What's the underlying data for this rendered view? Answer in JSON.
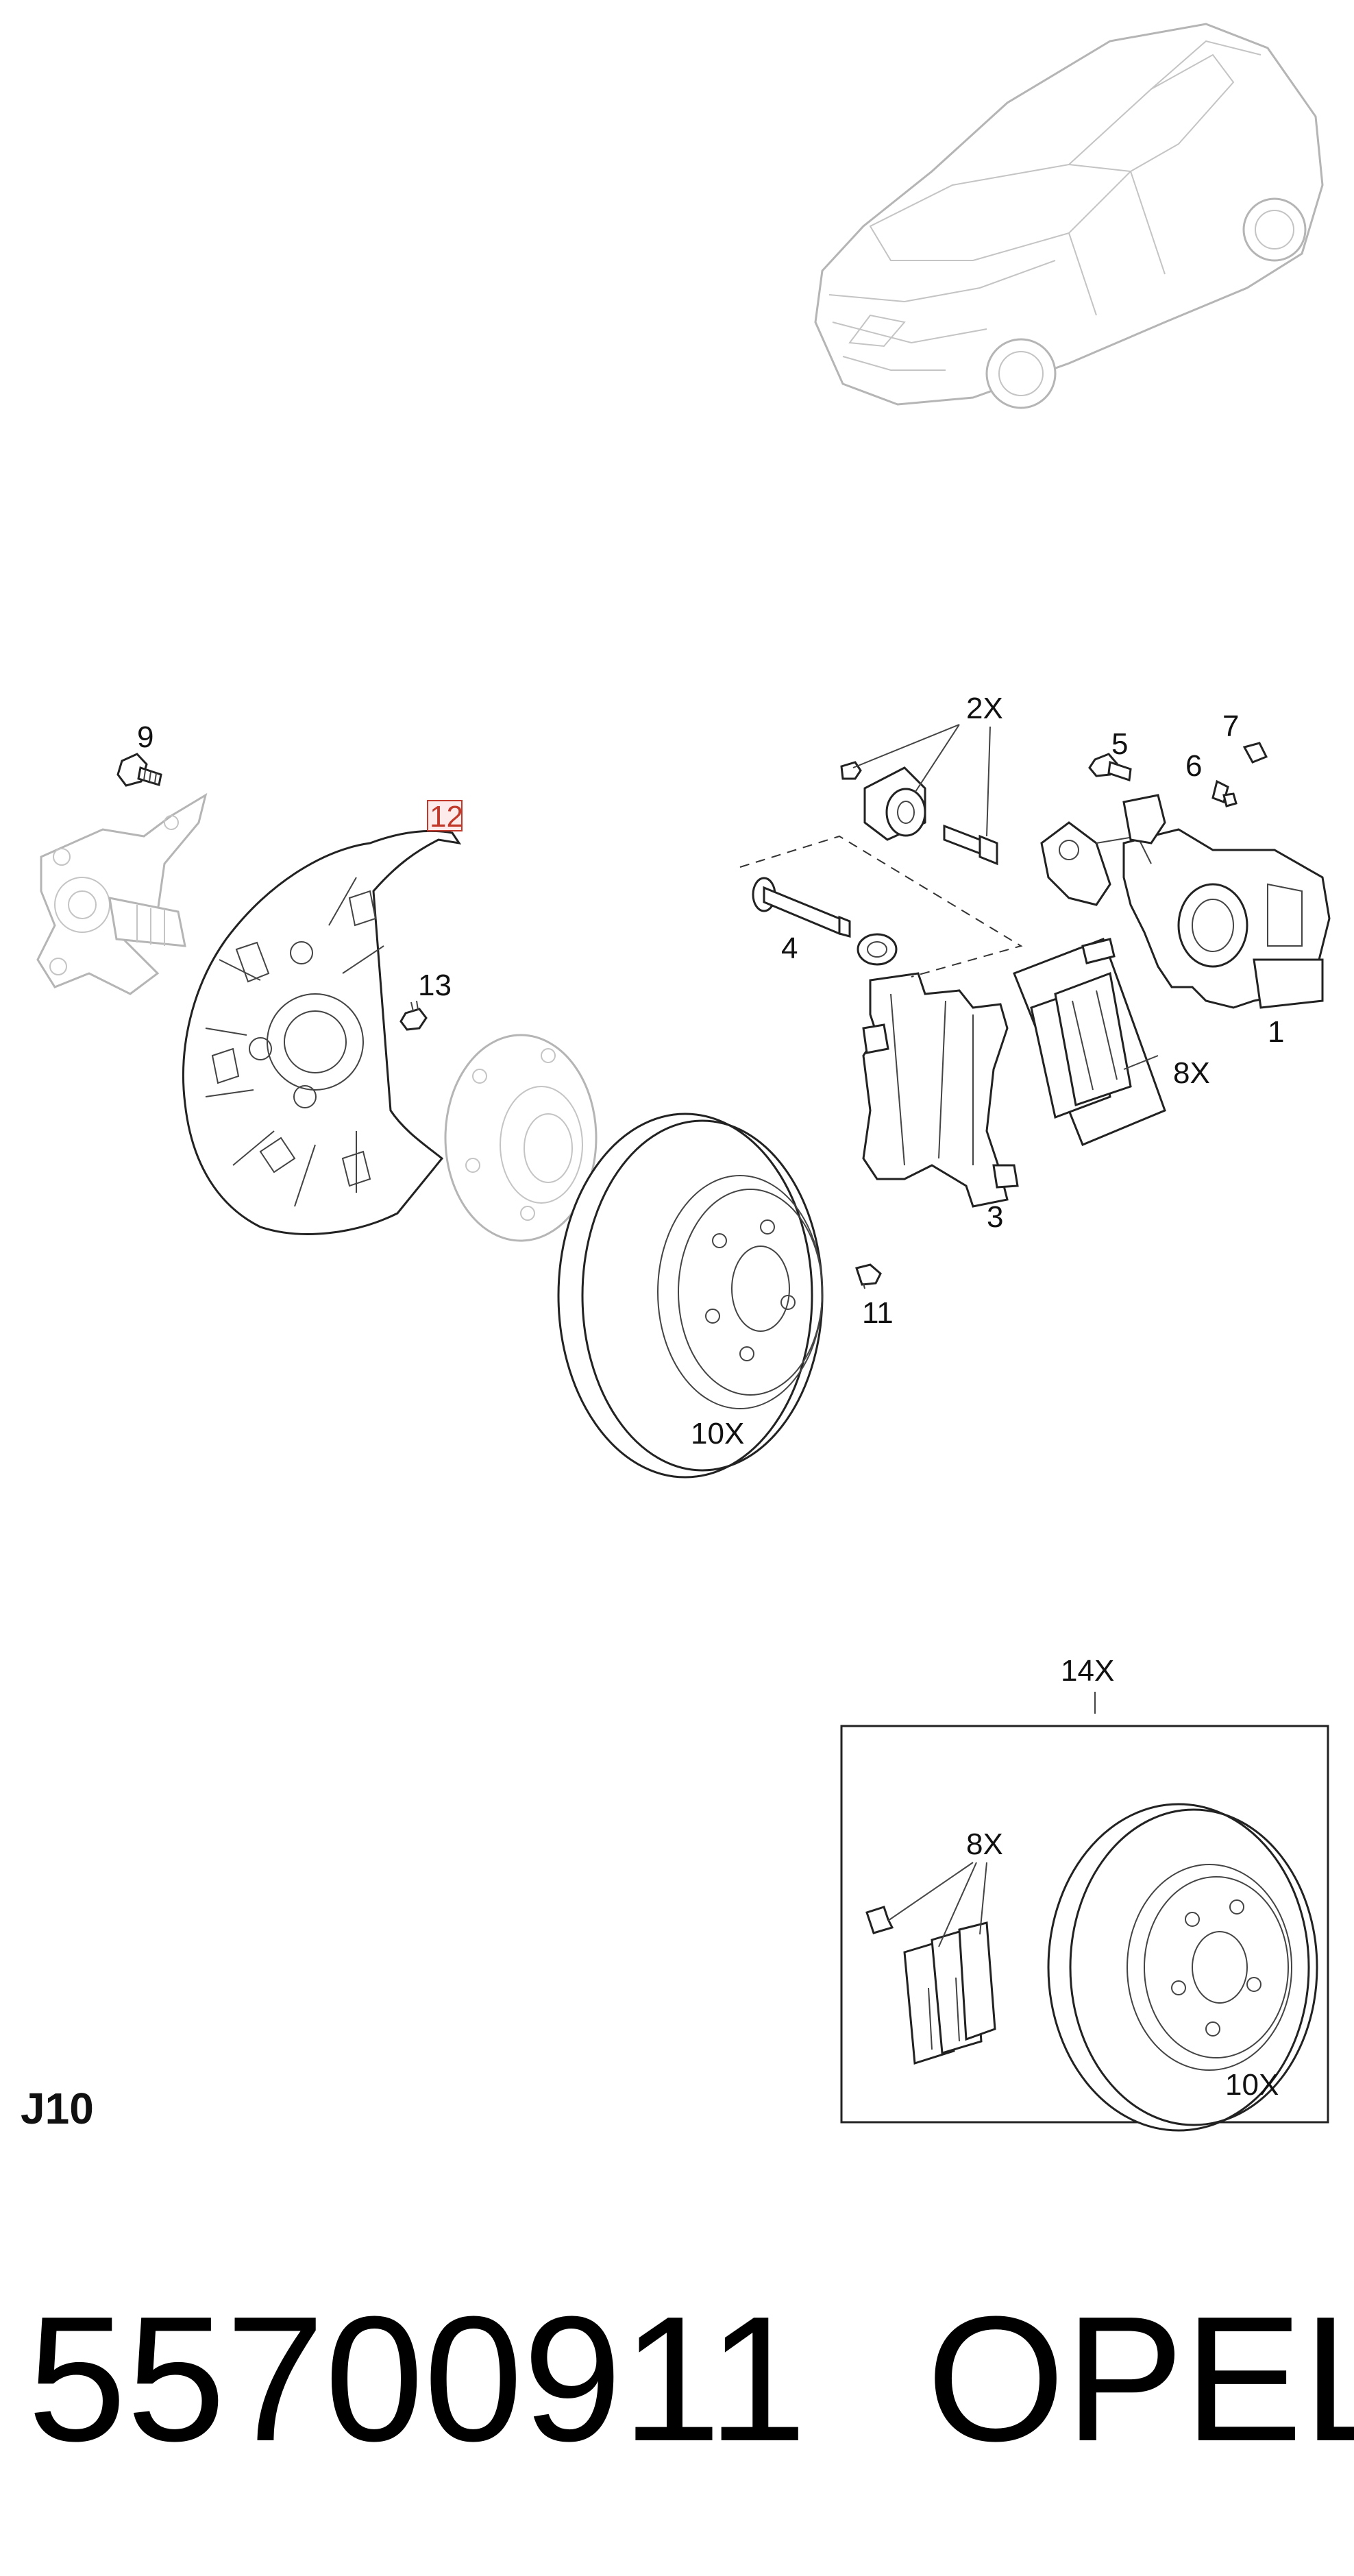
{
  "callouts": {
    "c1": "1",
    "c2": "2X",
    "c3": "3",
    "c4": "4",
    "c5": "5",
    "c6": "6",
    "c7": "7",
    "c8": "8X",
    "c9": "9",
    "c10": "10X",
    "c11": "11",
    "c12": "12",
    "c13": "13"
  },
  "kit": {
    "label": "14X",
    "pads_label": "8X",
    "disc_label": "10X"
  },
  "page_code": "J10",
  "part_number": "55700911",
  "brand": "OPEL",
  "highlight_color": "#c0392b"
}
